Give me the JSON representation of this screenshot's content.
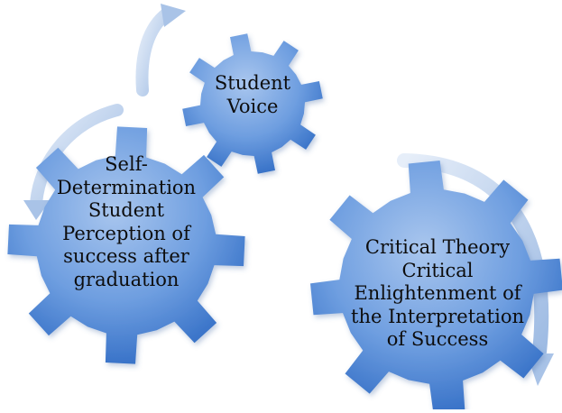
{
  "gears": {
    "student_voice": {
      "lines": [
        "Student",
        "Voice"
      ]
    },
    "self_determination": {
      "lines": [
        "Self-",
        "Determination",
        "Student",
        "Perception of",
        "success after",
        "graduation"
      ]
    },
    "critical_theory": {
      "lines": [
        "Critical Theory",
        "Critical",
        "Enlightenment of",
        "the Interpretation",
        "of Success"
      ]
    }
  },
  "colors": {
    "gear_light": "#a9c6ee",
    "gear_mid": "#6e9ee0",
    "gear_dark": "#2f6bc4",
    "arrow": "#b7cde8",
    "text": "#0d0d0d"
  }
}
